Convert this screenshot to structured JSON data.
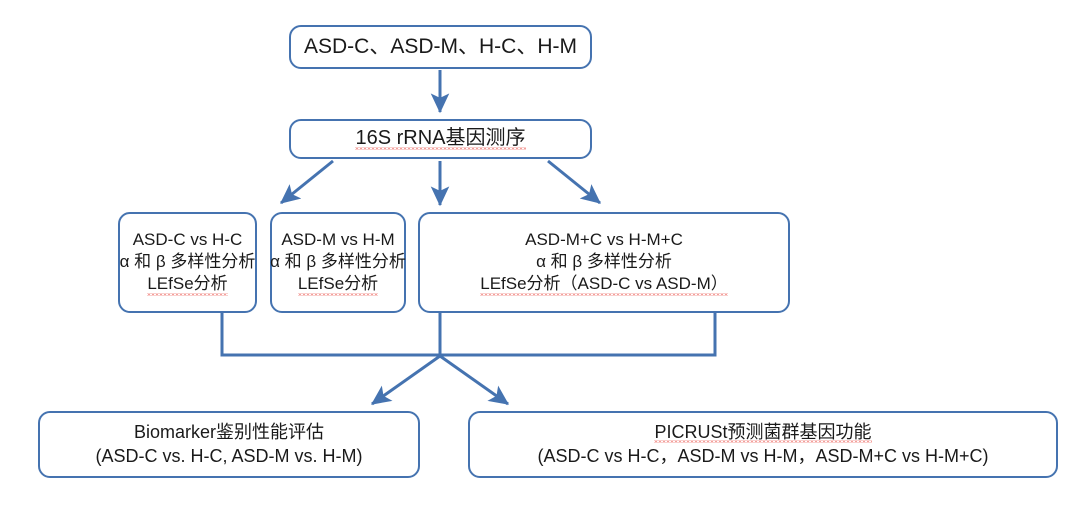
{
  "diagram": {
    "title": "16S rRNA study design flowchart",
    "type": "flowchart",
    "accent_color": "#4573b0",
    "text_color": "#1a1a1a",
    "background_color": "#ffffff",
    "spellcheck_underline_color": "#e8413a"
  },
  "nodes": {
    "groups": {
      "id": "groups",
      "lines": [
        "ASD-C、ASD-M、H-C、H-M"
      ]
    },
    "sequencing": {
      "id": "sequencing",
      "lines": [
        "16S rRNA基因测序"
      ],
      "misspelled_token": "rRNA"
    },
    "compare_c": {
      "id": "compare_c",
      "lines": [
        "ASD-C vs H-C",
        "α 和 β 多样性分析",
        "LEfSe分析"
      ],
      "misspelled_token": "LEfSe"
    },
    "compare_m": {
      "id": "compare_m",
      "lines": [
        "ASD-M vs H-M",
        "α 和 β 多样性分析",
        "LEfSe分析"
      ],
      "misspelled_token": "LEfSe"
    },
    "compare_mc": {
      "id": "compare_mc",
      "lines": [
        "ASD-M+C vs H-M+C",
        "α 和 β 多样性分析",
        "LEfSe分析（ASD-C vs ASD-M）"
      ],
      "misspelled_token": "LEfSe"
    },
    "biomarker": {
      "id": "biomarker",
      "lines": [
        "Biomarker鉴别性能评估",
        "(ASD-C vs. H-C, ASD-M vs. H-M)"
      ]
    },
    "picrust": {
      "id": "picrust",
      "lines": [
        "PICRUSt预测菌群基因功能",
        "(ASD-C vs H-C，ASD-M vs H-M，ASD-M+C vs H-M+C)"
      ],
      "misspelled_token": "PICRUSt"
    }
  },
  "connectors": [
    {
      "name": "groups-to-sequencing",
      "from": "groups",
      "to": "sequencing",
      "style": "straight-arrow"
    },
    {
      "name": "sequencing-to-compare-c",
      "from": "sequencing",
      "to": "compare_c",
      "style": "diagonal-arrow"
    },
    {
      "name": "sequencing-to-compare-m",
      "from": "sequencing",
      "to": "compare_m",
      "style": "straight-arrow"
    },
    {
      "name": "sequencing-to-compare-mc",
      "from": "sequencing",
      "to": "compare_mc",
      "style": "diagonal-arrow"
    },
    {
      "name": "compares-to-bus",
      "from": "compare_c,compare_m,compare_mc",
      "to": "bus",
      "style": "bracket"
    },
    {
      "name": "bus-to-biomarker",
      "from": "bus",
      "to": "biomarker",
      "style": "diagonal-arrow"
    },
    {
      "name": "bus-to-picrust",
      "from": "bus",
      "to": "picrust",
      "style": "diagonal-arrow"
    }
  ]
}
